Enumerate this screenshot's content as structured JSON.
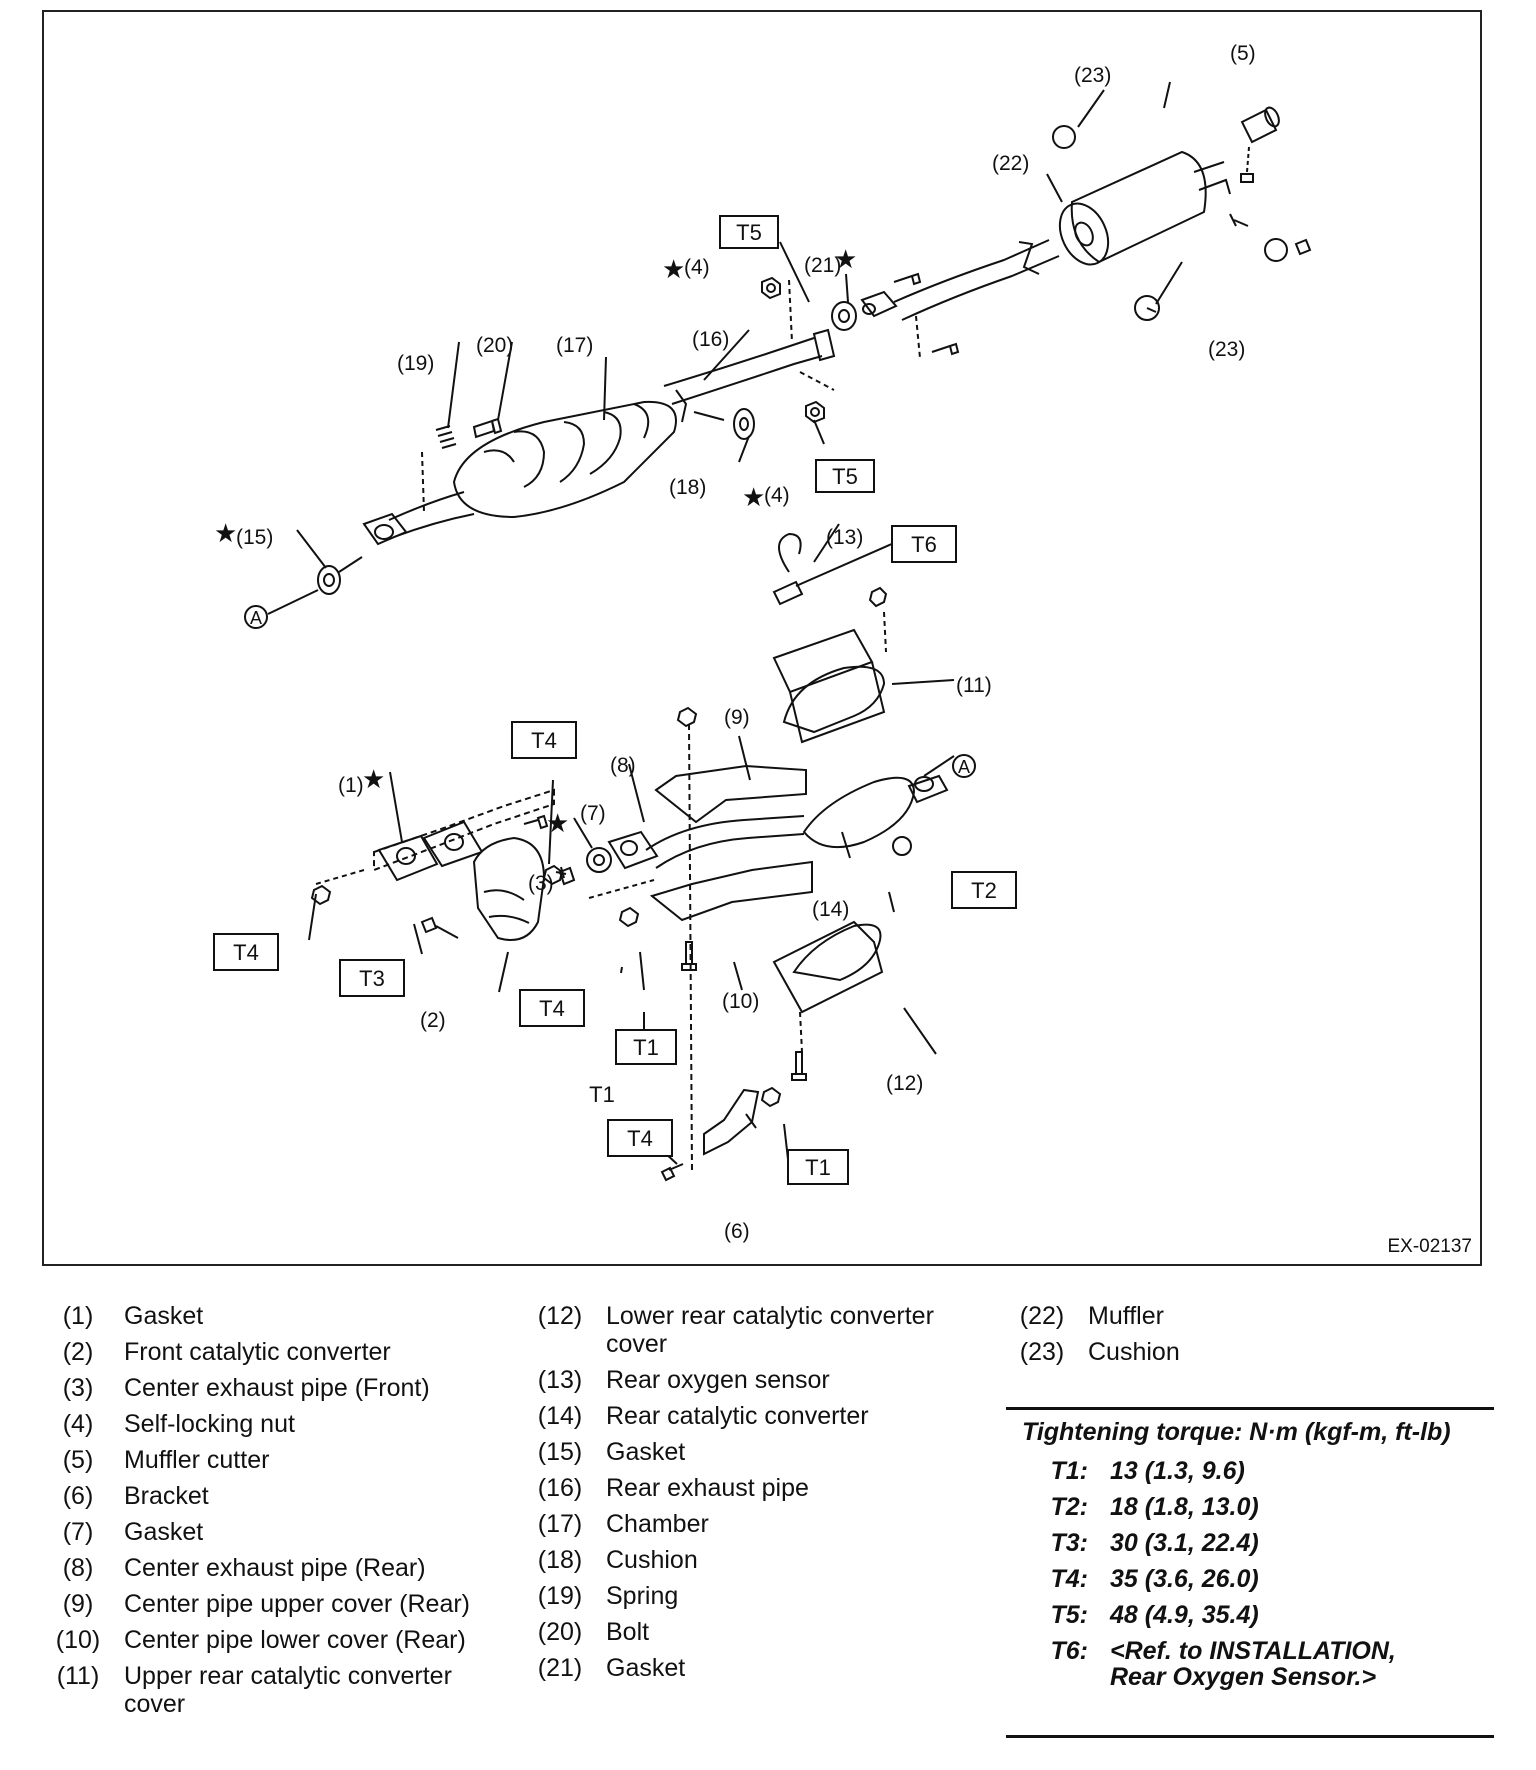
{
  "diagram": {
    "figure_id": "EX-02137",
    "callouts": {
      "p1": "(1)",
      "p2": "(2)",
      "p3": "(3)",
      "p4a": "(4)",
      "p4b": "(4)",
      "p5": "(5)",
      "p6": "(6)",
      "p7": "(7)",
      "p8": "(8)",
      "p9": "(9)",
      "p10": "(10)",
      "p11": "(11)",
      "p12": "(12)",
      "p13": "(13)",
      "p14": "(14)",
      "p15": "(15)",
      "p16": "(16)",
      "p17": "(17)",
      "p18": "(18)",
      "p19": "(19)",
      "p20": "(20)",
      "p21": "(21)",
      "p22": "(22)",
      "p23a": "(23)",
      "p23b": "(23)"
    },
    "torque_tags": {
      "t5a": "T5",
      "t5b": "T5",
      "t6": "T6",
      "t4a": "T4",
      "t4b": "T4",
      "t4c": "T4",
      "t4d": "T4",
      "t3": "T3",
      "t2": "T2",
      "t1a": "T1",
      "t1b": "T1",
      "t1c": "T1"
    },
    "connector": {
      "a": "A"
    },
    "star": "★"
  },
  "legend": {
    "col1": [
      {
        "num": "(1)",
        "text": "Gasket"
      },
      {
        "num": "(2)",
        "text": "Front catalytic converter"
      },
      {
        "num": "(3)",
        "text": "Center exhaust pipe (Front)"
      },
      {
        "num": "(4)",
        "text": "Self-locking nut"
      },
      {
        "num": "(5)",
        "text": "Muffler cutter"
      },
      {
        "num": "(6)",
        "text": "Bracket"
      },
      {
        "num": "(7)",
        "text": "Gasket"
      },
      {
        "num": "(8)",
        "text": "Center exhaust pipe (Rear)"
      },
      {
        "num": "(9)",
        "text": "Center pipe upper cover (Rear)"
      },
      {
        "num": "(10)",
        "text": "Center pipe lower cover (Rear)"
      },
      {
        "num": "(11)",
        "text": "Upper rear catalytic converter cover"
      }
    ],
    "col2": [
      {
        "num": "(12)",
        "text": "Lower rear catalytic converter cover"
      },
      {
        "num": "(13)",
        "text": "Rear oxygen sensor"
      },
      {
        "num": "(14)",
        "text": "Rear catalytic converter"
      },
      {
        "num": "(15)",
        "text": "Gasket"
      },
      {
        "num": "(16)",
        "text": "Rear exhaust pipe"
      },
      {
        "num": "(17)",
        "text": "Chamber"
      },
      {
        "num": "(18)",
        "text": "Cushion"
      },
      {
        "num": "(19)",
        "text": "Spring"
      },
      {
        "num": "(20)",
        "text": "Bolt"
      },
      {
        "num": "(21)",
        "text": "Gasket"
      }
    ],
    "col3": [
      {
        "num": "(22)",
        "text": "Muffler"
      },
      {
        "num": "(23)",
        "text": "Cushion"
      }
    ]
  },
  "torque": {
    "title": "Tightening torque: N·m (kgf-m, ft-lb)",
    "rows": [
      {
        "key": "T1:",
        "value": "13 (1.3, 9.6)"
      },
      {
        "key": "T2:",
        "value": "18 (1.8, 13.0)"
      },
      {
        "key": "T3:",
        "value": "30 (3.1, 22.4)"
      },
      {
        "key": "T4:",
        "value": "35 (3.6, 26.0)"
      },
      {
        "key": "T5:",
        "value": "48 (4.9, 35.4)"
      },
      {
        "key": "T6:",
        "value": "<Ref. to INSTALLATION,"
      },
      {
        "key": "",
        "value": "Rear Oxygen Sensor.>"
      }
    ]
  }
}
